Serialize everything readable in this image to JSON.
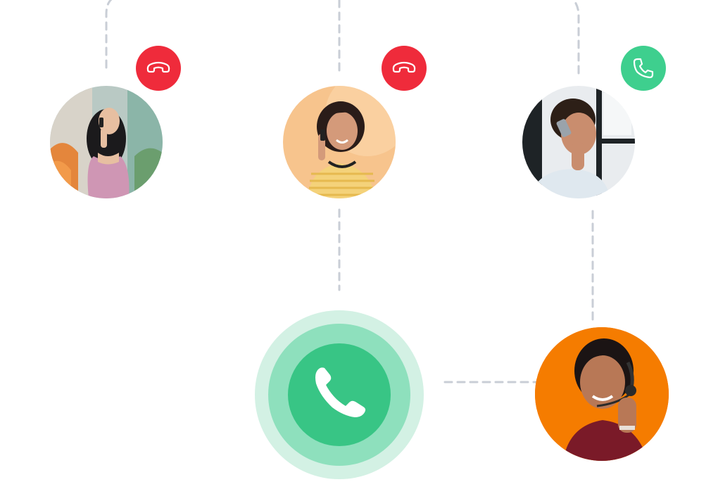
{
  "colors": {
    "connector": "#c9ced6",
    "decline": "#ef2b3b",
    "accept": "#3ecf8e",
    "hub_outer": "#d3f1e4",
    "hub_mid": "#8ee0bd",
    "hub_inner": "#38c585",
    "agent_bg": "#f57c00"
  },
  "callers": [
    {
      "id": "caller-1",
      "status": "declined",
      "badge_icon": "hang-up-icon"
    },
    {
      "id": "caller-2",
      "status": "declined",
      "badge_icon": "hang-up-icon"
    },
    {
      "id": "caller-3",
      "status": "accepted",
      "badge_icon": "phone-icon"
    }
  ],
  "hub": {
    "icon": "phone-icon"
  },
  "agent": {
    "icon": "headset-agent"
  }
}
